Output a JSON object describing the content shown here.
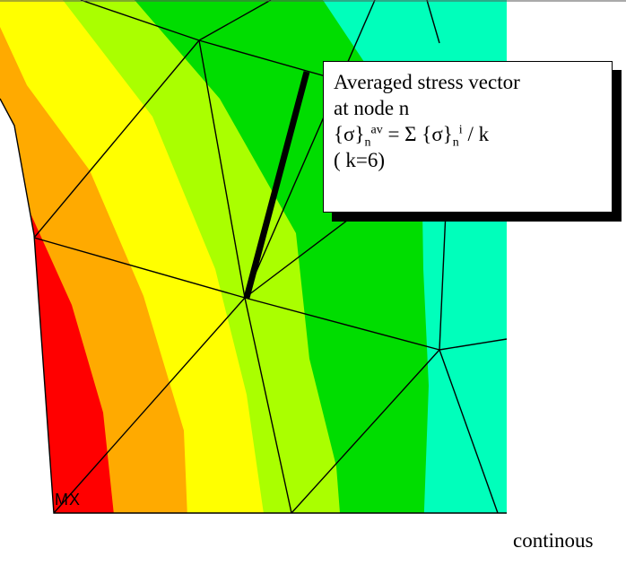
{
  "colors": {
    "red": "#ff0000",
    "orange": "#ffaa00",
    "yellow": "#ffff00",
    "yellow_green": "#aaff00",
    "green": "#00dd00",
    "aqua": "#00ffbb",
    "mesh_line": "#000000",
    "pointer": "#000000"
  },
  "marker_label": "MX",
  "callout": {
    "line1": "Averaged stress vector",
    "line2": "at  node n",
    "formula_open": "{σ}",
    "formula_sub1": "n",
    "formula_sup1": "av",
    "formula_mid": " = Σ {σ}",
    "formula_sub2": "n",
    "formula_sup2": "i",
    "formula_tail": " / k",
    "line4": "( k=6)"
  },
  "caption": "continous"
}
